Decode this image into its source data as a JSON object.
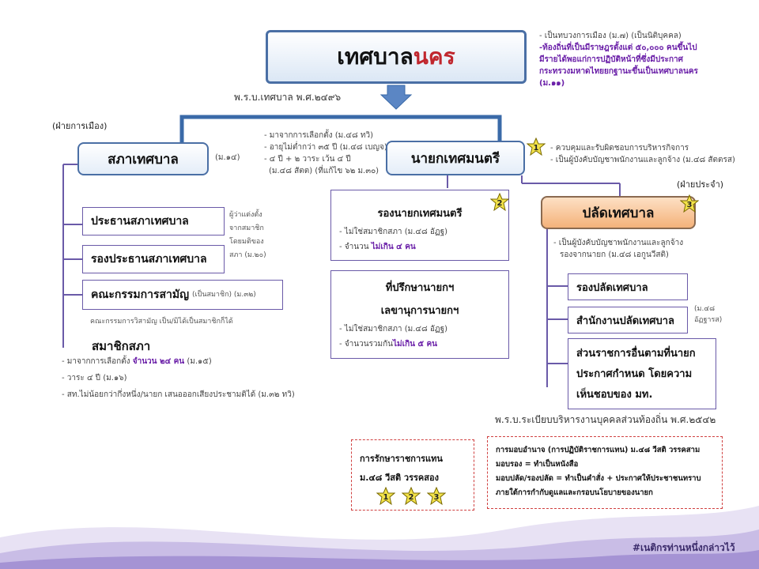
{
  "title": {
    "main": "เทศบาล",
    "highlight": "นคร"
  },
  "act_label": "พ.ร.บ.เทศบาล พ.ศ.๒๔๙๖",
  "top_notes": [
    "- เป็นทบวงการเมือง (ม.๗) (เป็นนิติบุคคล)",
    "-ท้องถิ่นที่เป็นมีราษฎรตั้งแต่ ๕๐,๐๐๐ คนขึ้นไป",
    "มีรายได้พอแก่การปฏิบัติหน้าที่ซึ่งมีประกาศ",
    "กระทรวงมหาดไทยยกฐานะขึ้นเป็นเทศบาลนคร",
    "(ม.๑๑)"
  ],
  "political_side": "(ฝ่ายการเมือง)",
  "permanent_side": "(ฝ่ายประจำ)",
  "council": {
    "label": "สภาเทศบาล",
    "ref": "(ม.๑๔)"
  },
  "mayor_notes": [
    "- มาจากการเลือกตั้ง (ม.๔๘ ทวิ)",
    "- อายุไม่ต่ำกว่า ๓๕ ปี (ม.๔๘ เบญจ)",
    "- ๔ ปี + ๒ วาระ เว้น ๔ ปี",
    "  (ม.๔๘ สัตต) (ที่แก้ไข ๖๒ ม.๓๐)"
  ],
  "mayor": {
    "label": "นายกเทศมนตรี",
    "badge": "1"
  },
  "mayor_duties": [
    "- ควบคุมและรับผิดชอบการบริหารกิจการ",
    "- เป็นผู้บังคับบัญชาพนักงานและลูกจ้าง (ม.๔๘ สัตตรส)"
  ],
  "council_president": "ประธานสภาเทศบาล",
  "council_vice": "รองประธานสภาเทศบาล",
  "council_side_note": [
    "ผู้ว่าแต่งตั้ง",
    "จากสมาชิก",
    "โดยมติของ",
    "สภา (ม.๒๐)"
  ],
  "committee": {
    "label": "คณะกรรมการสามัญ",
    "note": "(เป็นสมาชิก) (ม.๓๒)"
  },
  "committee_footer": "คณะกรรมการวิสามัญ เป็น/มิได้เป็นสมาชิกก็ได้",
  "members": {
    "label": "สมาชิกสภา",
    "lines": [
      {
        "pre": "- มาจากการเลือกตั้ง ",
        "hl": "จำนวน ๒๔ คน",
        "post": " (ม.๑๕)"
      },
      {
        "pre": "- วาระ ๔ ปี (ม.๑๖)",
        "hl": "",
        "post": ""
      },
      {
        "pre": "- สท.ไม่น้อยกว่ากึ่งหนึ่ง/นายก เสนอออกเสียงประชามติได้ (ม.๓๒ ทวิ)",
        "hl": "",
        "post": ""
      }
    ]
  },
  "deputy_mayor": {
    "label": "รองนายกเทศมนตรี",
    "badge": "2",
    "line1": "- ไม่ใช่สมาชิกสภา (ม.๔๘ อัฏฐ)",
    "line2_pre": "- จำนวน ",
    "line2_hl": "ไม่เกิน ๔ คน"
  },
  "advisors": {
    "label1": "ที่ปรึกษานายกฯ",
    "label2": "เลขานุการนายกฯ",
    "line1": "- ไม่ใช่สมาชิกสภา (ม.๔๘ อัฏฐ)",
    "line2_pre": "- จำนวนรวมกัน",
    "line2_hl": "ไม่เกิน ๕ คน"
  },
  "clerk": {
    "label": "ปลัดเทศบาล",
    "badge": "3",
    "notes": [
      "- เป็นผู้บังคับบัญชาพนักงานและลูกจ้าง",
      "รองจากนายก (ม.๔๘ เอกูนวีสติ)"
    ]
  },
  "deputy_clerk": "รองปลัดเทศบาล",
  "clerk_office": "สำนักงานปลัดเทศบาล",
  "clerk_office_ref": [
    "(ม.๔๘",
    "อัฏฐารส)"
  ],
  "other_units": [
    "ส่วนราชการอื่นตามที่นายก",
    "ประกาศกำหนด โดยความ",
    "เห็นชอบของ มท."
  ],
  "personnel_act": "พ.ร.บ.ระเบียบบริหารงานบุคคลส่วนท้องถิ่น พ.ศ.๒๕๔๒",
  "acting_box": {
    "line1": "การรักษาราชการแทน",
    "line2": "ม.๔๘ วีสติ วรรคสอง",
    "badges": [
      "1",
      "2",
      "3"
    ]
  },
  "delegation_box": [
    "การมอบอำนาจ (การปฏิบัติราชการแทน) ม.๔๘ วีสติ วรรคสาม",
    "มอบรอง = ทำเป็นหนังสือ",
    "มอบปลัด/รองปลัด = ทำเป็นคำสั่ง + ประกาศให้ประชาชนทราบ",
    "ภายใต้การกำกับดูแลและกรอบนโยบายของนายก"
  ],
  "hashtag": "#เนติกรท่านหนึ่งกล่าวไว้",
  "colors": {
    "accent": "#6a5aa8",
    "title_red": "#c0262d",
    "pill_border": "#4a6fa5",
    "clerk_bg": "#f8c89a",
    "star": "#f3e34a"
  }
}
